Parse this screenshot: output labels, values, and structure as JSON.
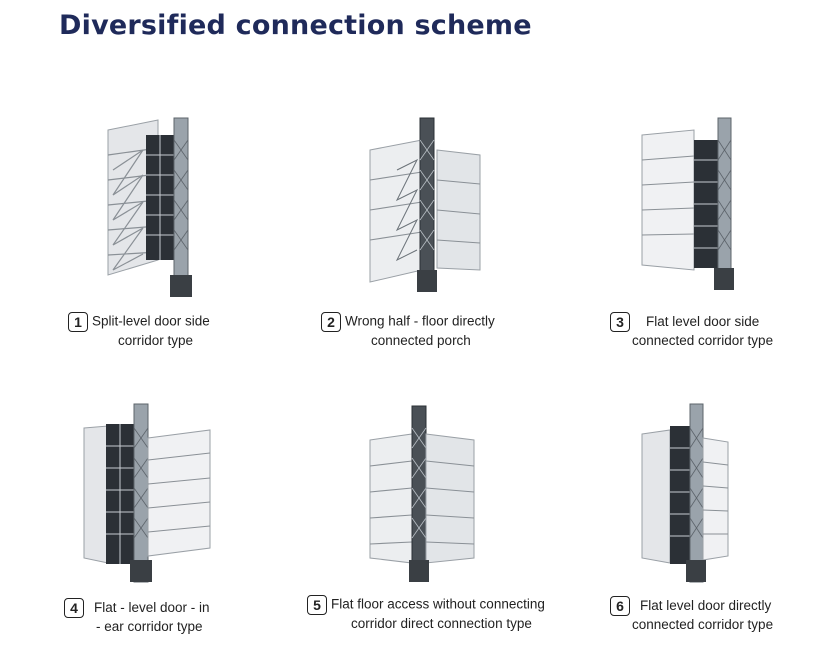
{
  "title": "Diversified connection scheme",
  "schemes": [
    {
      "number": "1",
      "line1": "Split-level door side",
      "line2": "corridor type",
      "illustration": "building-elevator-stairs-icon"
    },
    {
      "number": "2",
      "line1": "Wrong half - floor directly",
      "line2": "connected porch",
      "illustration": "building-elevator-porch-icon"
    },
    {
      "number": "3",
      "line1": "Flat level door side",
      "line2": "connected corridor type",
      "illustration": "building-elevator-side-corridor-icon"
    },
    {
      "number": "4",
      "line1": "Flat - level door - in",
      "line2": "- ear corridor type",
      "illustration": "building-elevator-ear-corridor-icon"
    },
    {
      "number": "5",
      "line1": "Flat floor access without connecting",
      "line2": "corridor direct connection type",
      "illustration": "building-elevator-direct-icon"
    },
    {
      "number": "6",
      "line1": "Flat level door directly",
      "line2": "connected corridor type",
      "illustration": "building-elevator-connected-icon"
    }
  ]
}
